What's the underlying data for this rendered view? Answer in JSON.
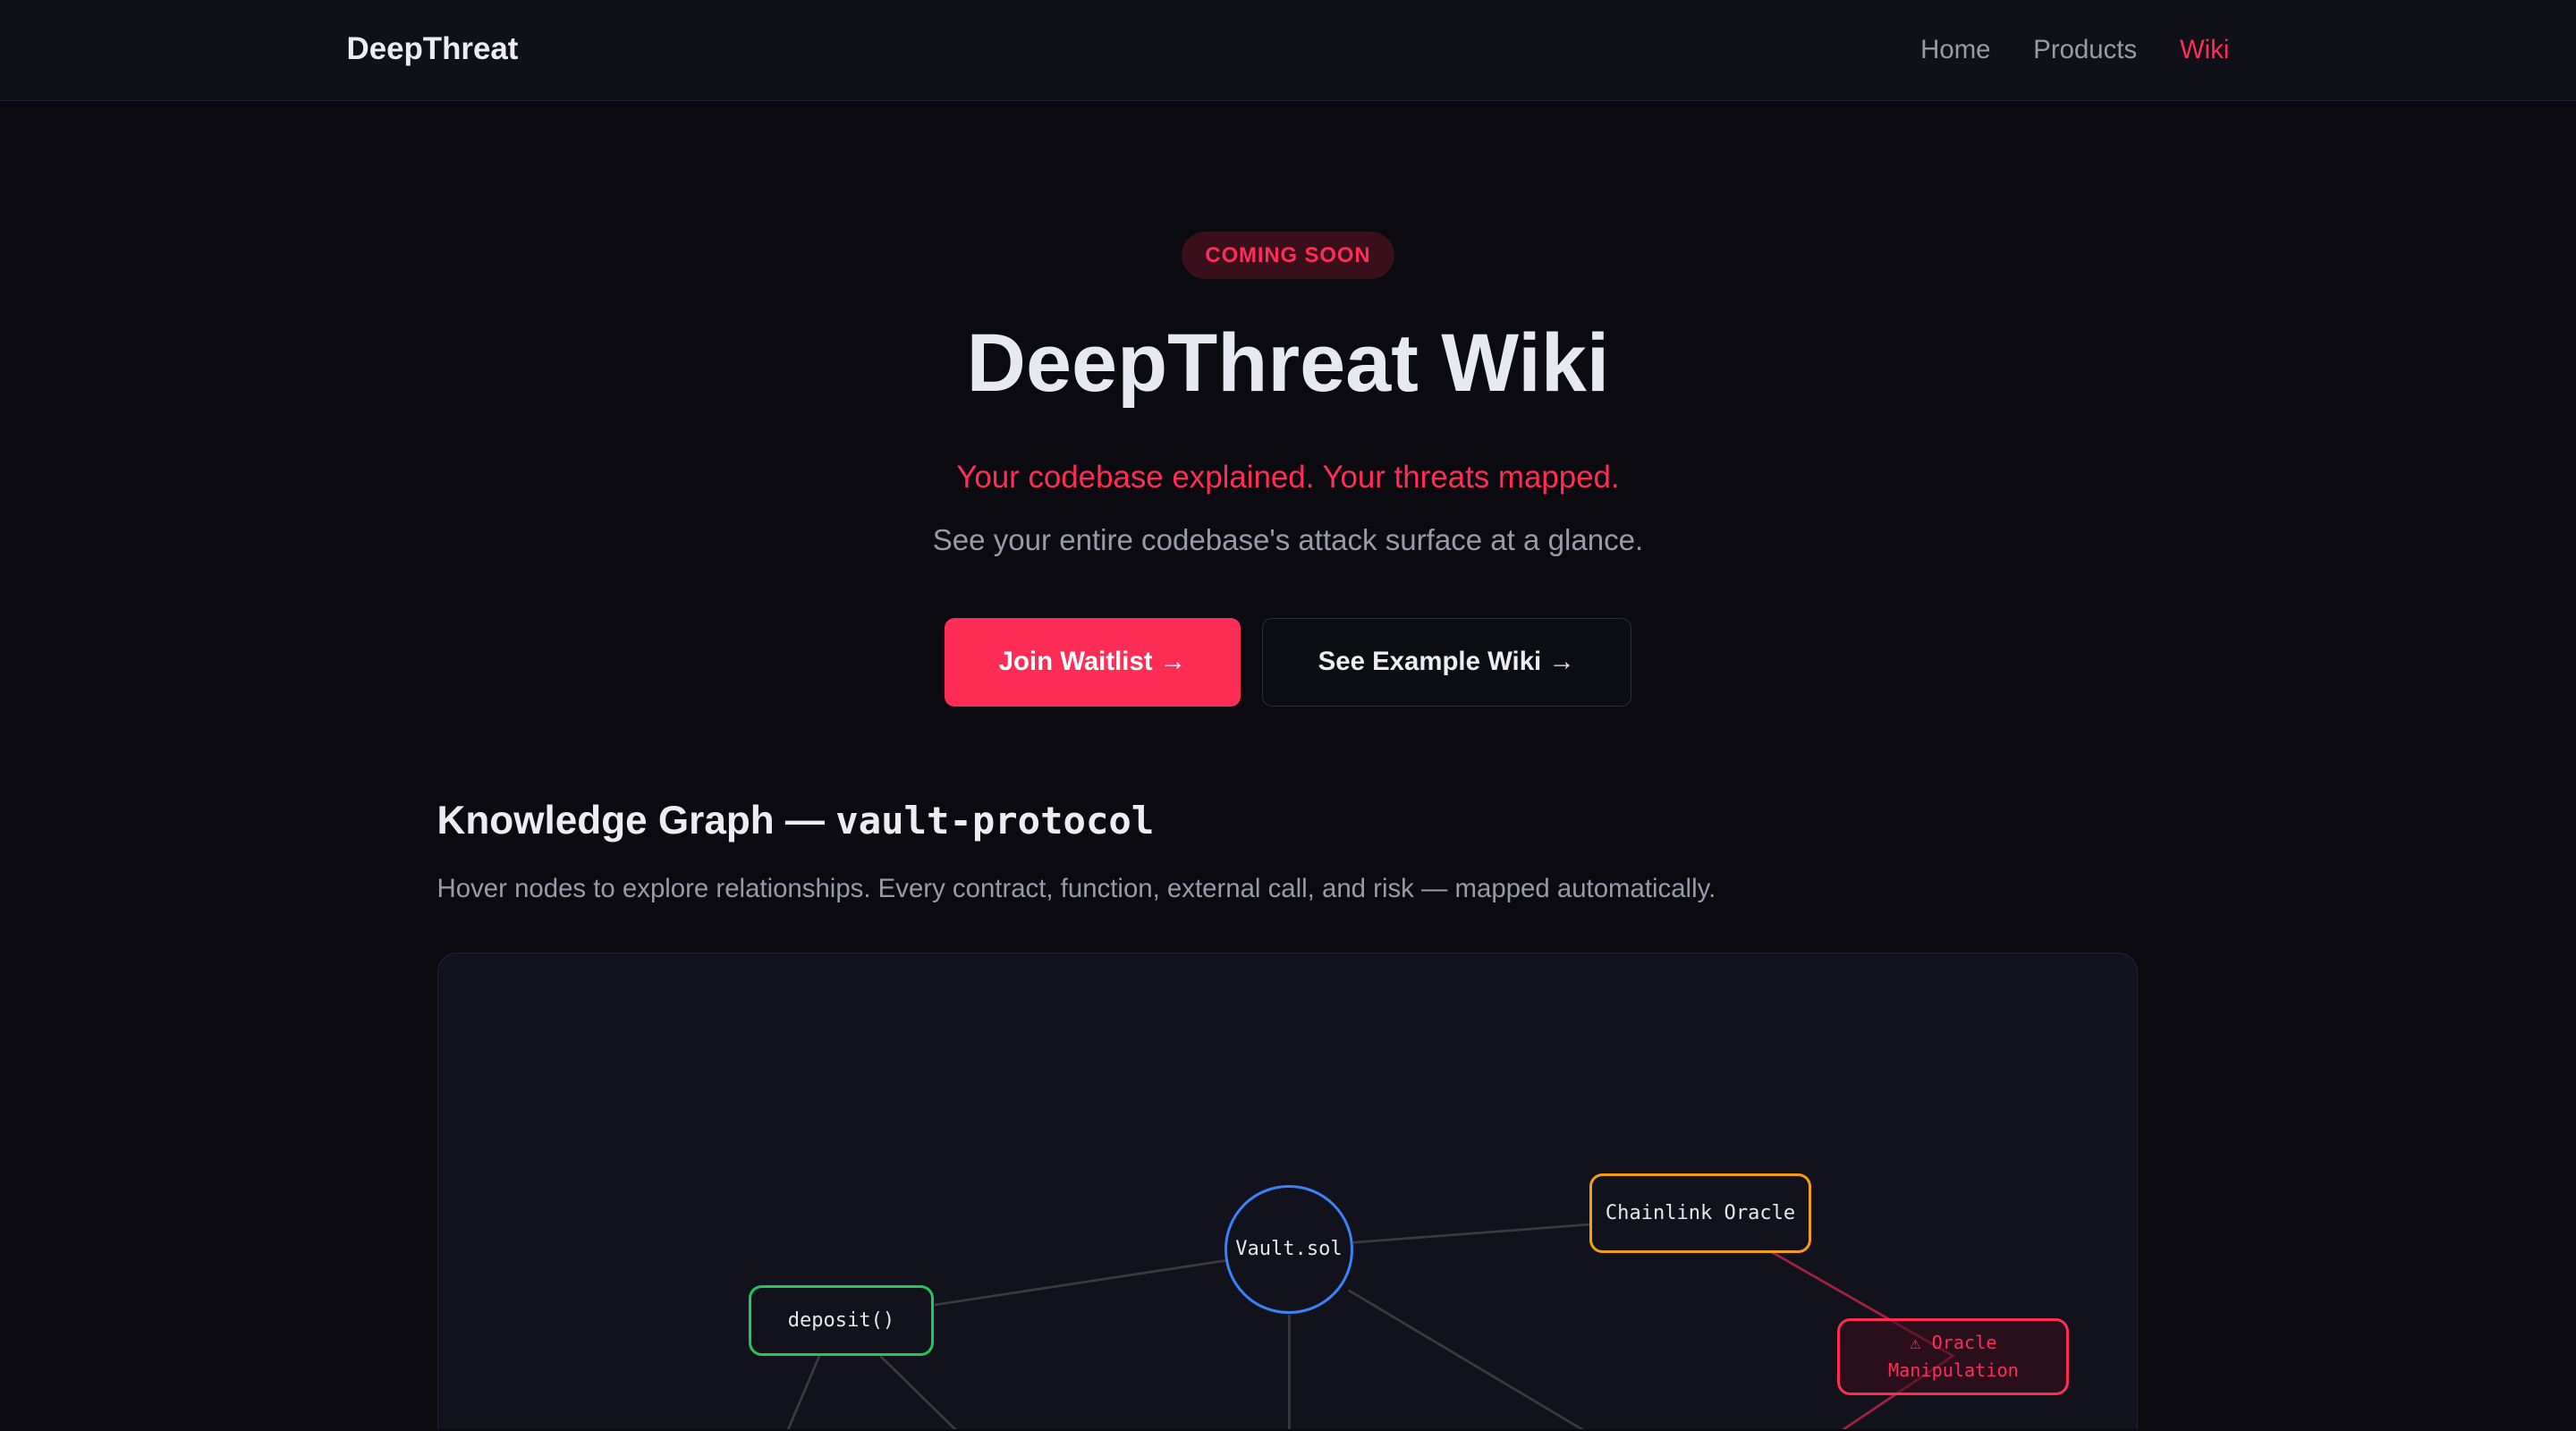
{
  "nav": {
    "logo": "DeepThreat",
    "links": [
      "Home",
      "Products",
      "Wiki"
    ]
  },
  "hero": {
    "badge": "COMING SOON",
    "title": "DeepThreat Wiki",
    "tagline": "Your codebase explained. Your threats mapped.",
    "subtitle": "See your entire codebase's attack surface at a glance.",
    "primary_button": "Join Waitlist →",
    "secondary_button": "See Example Wiki →"
  },
  "graph": {
    "heading": "Knowledge Graph — ",
    "repo": "vault-protocol",
    "description": "Hover nodes to explore relationships. Every contract, function, external call, and risk — mapped automatically.",
    "nodes": {
      "vault": "Vault.sol",
      "oracle": "Chainlink Oracle",
      "deposit": "deposit()",
      "risk": "⚠ Oracle Manipulation"
    },
    "colors": {
      "contract": "#3b82f6",
      "function": "#22c55e",
      "external": "#f59e0b",
      "risk": "#ff2d55"
    }
  }
}
